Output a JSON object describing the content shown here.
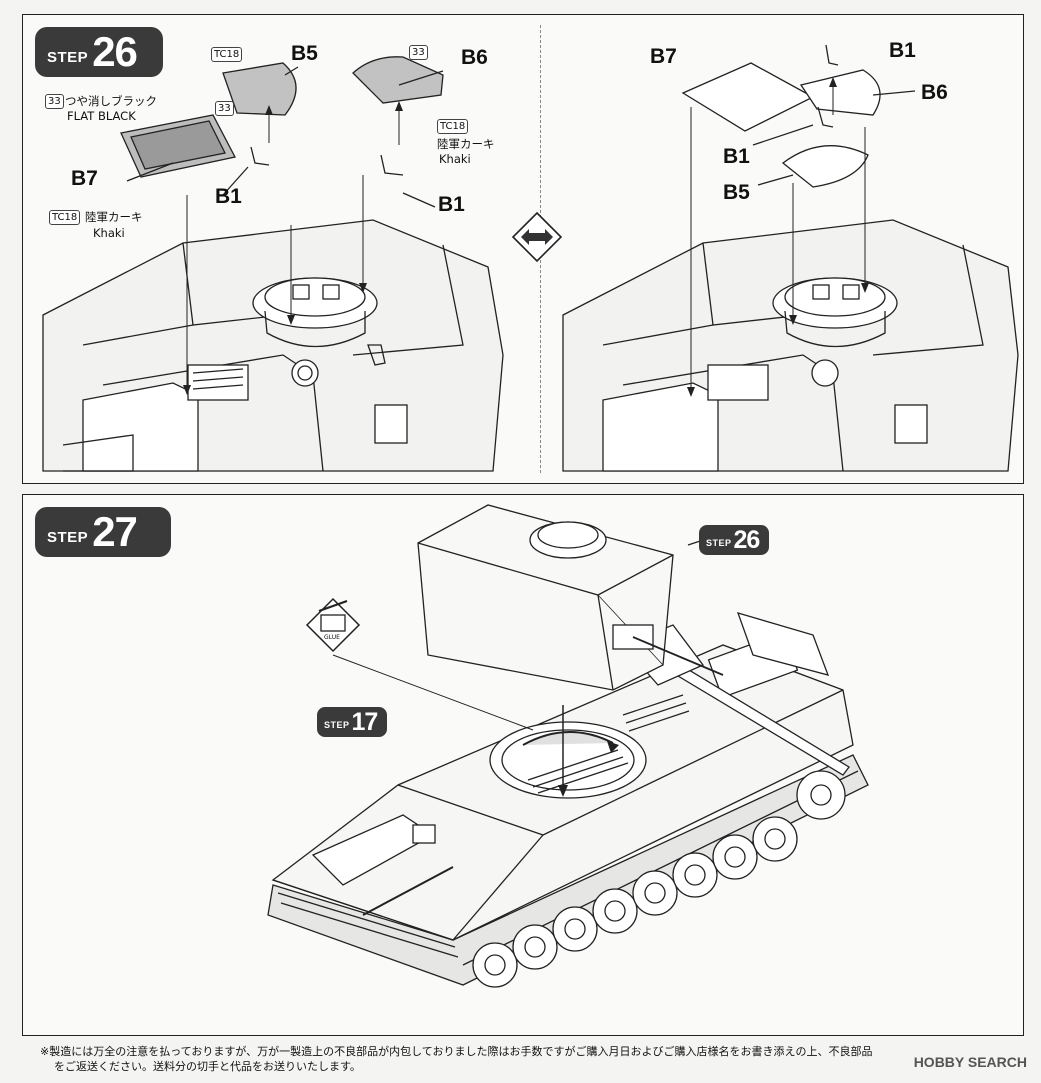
{
  "step26": {
    "word": "STEP",
    "number": "26",
    "left": {
      "b5": "B5",
      "b6": "B6",
      "b7": "B7",
      "b1a": "B1",
      "b1b": "B1",
      "code33a": "33",
      "code33b": "33",
      "code33c": "33",
      "tc18a": "TC18",
      "tc18b": "TC18",
      "tc18c": "TC18",
      "flat_jp": "つや消しブラック",
      "flat_en": "FLAT BLACK",
      "khaki_jp_a": "陸軍カーキ",
      "khaki_en_a": "Khaki",
      "khaki_jp_b": "陸軍カーキ",
      "khaki_en_b": "Khaki"
    },
    "right": {
      "b7": "B7",
      "b1a": "B1",
      "b6": "B6",
      "b1b": "B1",
      "b5": "B5"
    }
  },
  "step27": {
    "word": "STEP",
    "number": "27",
    "ref26_word": "STEP",
    "ref26_number": "26",
    "ref17_word": "STEP",
    "ref17_number": "17",
    "glue": "GLUE"
  },
  "footer": {
    "line1": "※製造には万全の注意を払っておりますが、万が一製造上の不良部品が内包しておりました際はお手数ですがご購入月日およびご購入店様名をお書き添えの上、不良部品",
    "line2": "をご返送ください。送料分の切手と代品をお送りいたします。"
  },
  "watermark": "HOBBY SEARCH"
}
